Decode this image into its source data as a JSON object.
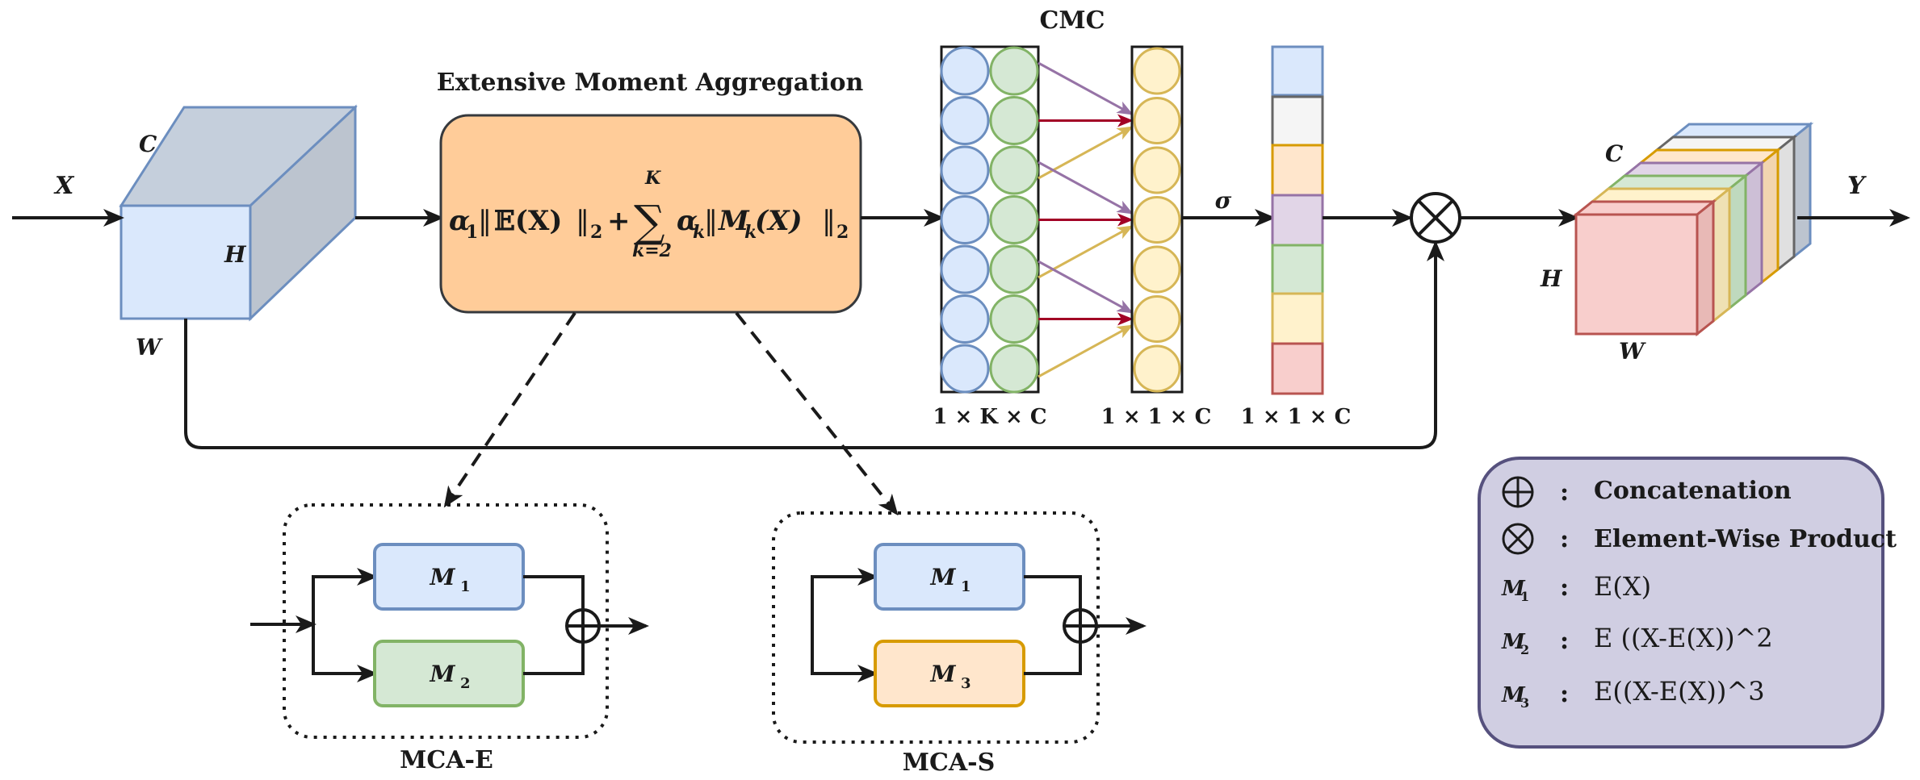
{
  "labels": {
    "input_x": "X",
    "output_y": "Y",
    "input_c": "C",
    "input_h": "H",
    "input_w": "W",
    "output_c": "C",
    "output_h": "H",
    "output_w": "W",
    "sigma": "σ",
    "cmc": "CMC",
    "ema_title": "Extensive Moment Aggregation",
    "dim_1kc": "1 × K × C",
    "dim_11c_a": "1 × 1 × C",
    "dim_11c_b": "1 × 1 × C"
  },
  "ema_formula": {
    "alpha1": "α",
    "sub1": "1",
    "norm_e_open": "‖",
    "e": "𝔼(X)",
    "norm_close": "‖",
    "sub2": "2",
    "plus": "+",
    "sum": "∑",
    "sum_top": "K",
    "sum_bottom": "k=2",
    "alphak": "α",
    "subk": "k",
    "mk": "M",
    "mk_sub": "k",
    "mk_arg": "(X)",
    "tail_sub": "2"
  },
  "mca_e": {
    "title": "MCA-E",
    "top": "M",
    "top_sub": "1",
    "bottom": "M",
    "bottom_sub": "2"
  },
  "mca_s": {
    "title": "MCA-S",
    "top": "M",
    "top_sub": "1",
    "bottom": "M",
    "bottom_sub": "3"
  },
  "legend": {
    "rows": [
      {
        "symbol": "⊕",
        "colon": ":",
        "text": "Concatenation"
      },
      {
        "symbol": "⊗",
        "colon": ":",
        "text": "Element-Wise Product"
      },
      {
        "symbol": "M",
        "sub": "1",
        "colon": ":",
        "text": "E(X)"
      },
      {
        "symbol": "M",
        "sub": "2",
        "colon": ":",
        "text": "E ((X-E(X))^2"
      },
      {
        "symbol": "M",
        "sub": "3",
        "colon": ":",
        "text": "E((X-E(X))^3"
      }
    ]
  },
  "colors": {
    "blue_fill": "#dae8fc",
    "blue_stroke": "#6c8ebf",
    "green_fill": "#d5e8d4",
    "green_stroke": "#82b366",
    "orange_fill": "#ffcc99",
    "yellow_fill": "#fff2cc",
    "yellow_stroke": "#d6b656",
    "legend_fill": "#d0cee2",
    "legend_stroke": "#56517e"
  }
}
